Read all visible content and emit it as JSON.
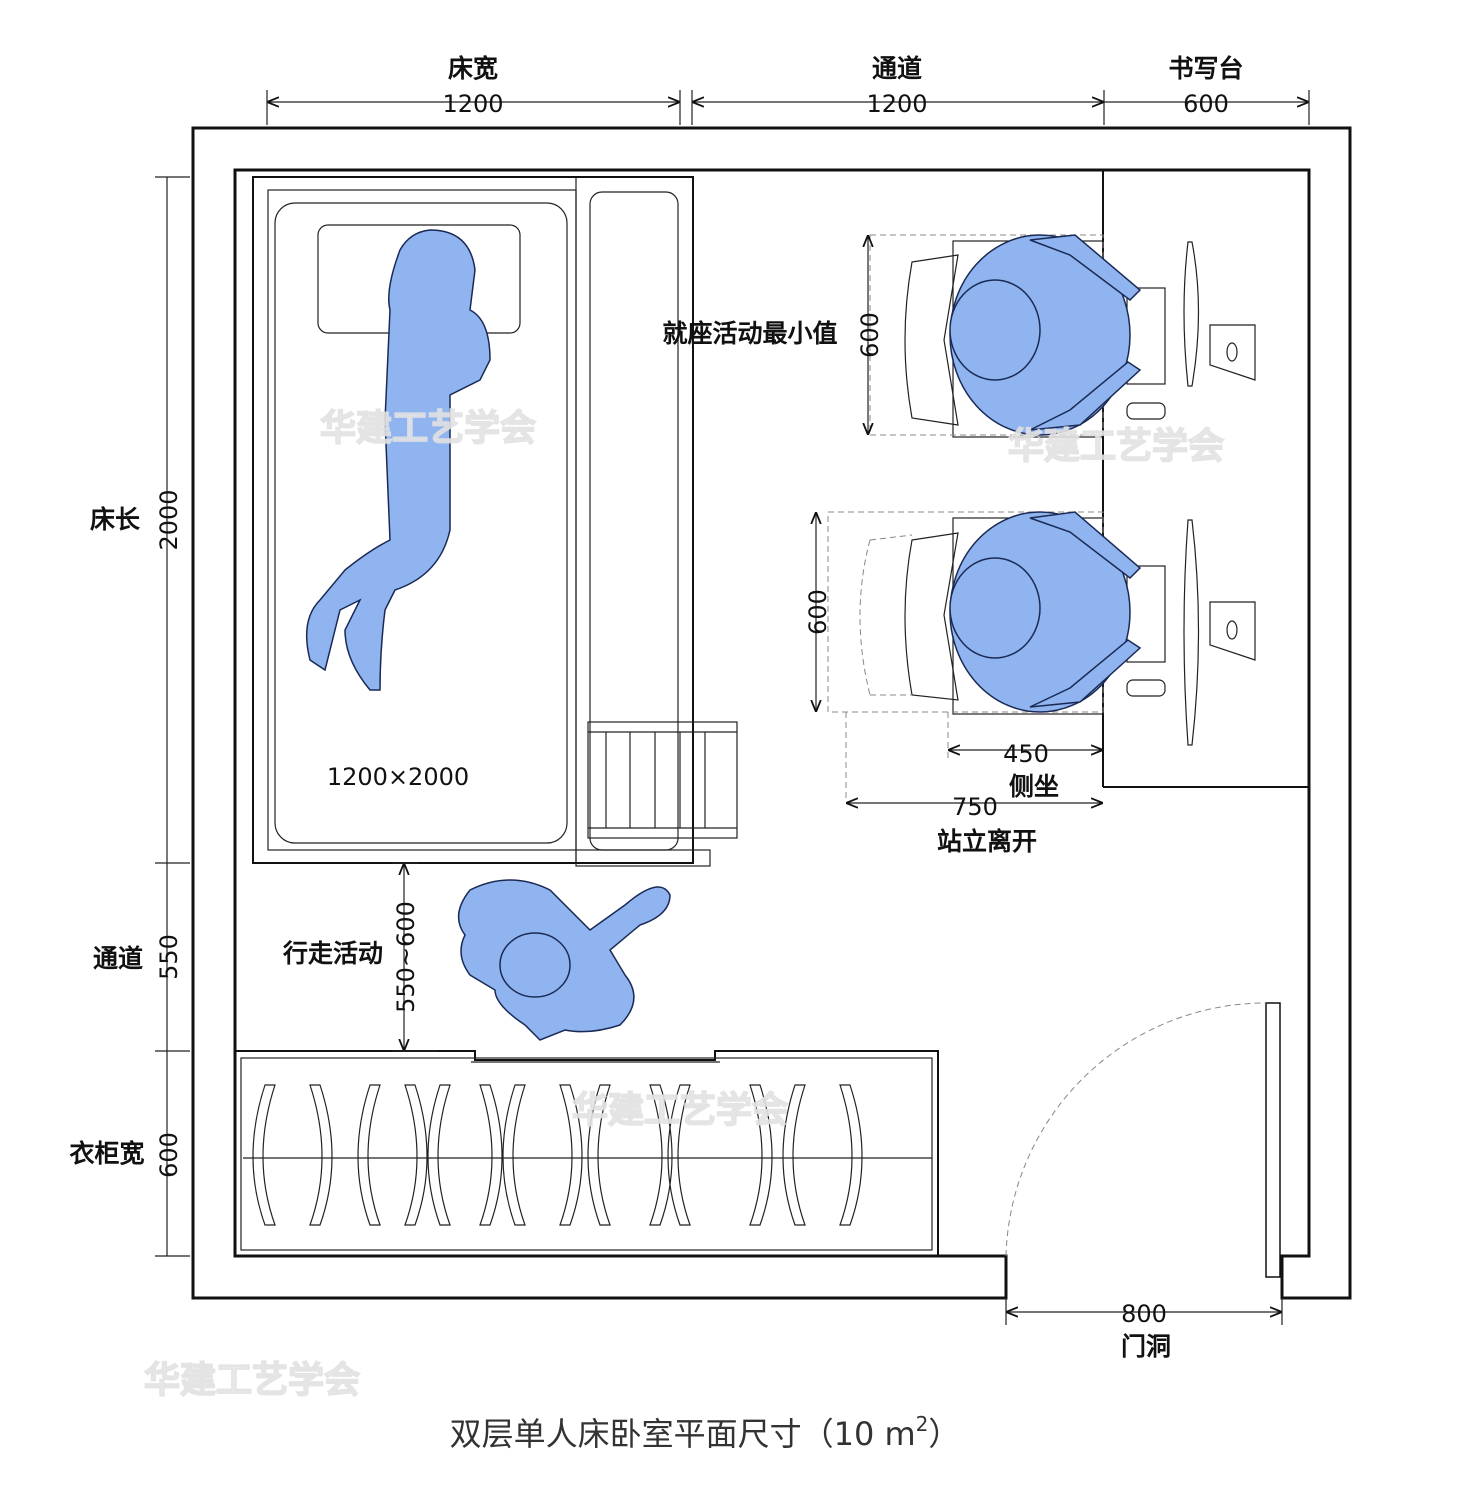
{
  "dimensions": {
    "top": [
      {
        "label": "床宽",
        "value": "1200"
      },
      {
        "label": "通道",
        "value": "1200"
      },
      {
        "label": "书写台",
        "value": "600"
      }
    ],
    "left": [
      {
        "label": "床长",
        "value": "2000"
      },
      {
        "label": "通道",
        "value": "550"
      },
      {
        "label": "衣柜宽",
        "value": "600"
      }
    ],
    "desk_seat_1": {
      "label": "就座活动最小值",
      "value": "600"
    },
    "desk_seat_2": {
      "value": "600"
    },
    "side_sit": {
      "label": "侧坐",
      "value": "450"
    },
    "stand_leave": {
      "label": "站立离开",
      "value": "750"
    },
    "walking": {
      "label": "行走活动",
      "value": "550~600"
    },
    "bed_size": "1200×2000",
    "door": {
      "label": "门洞",
      "value": "800"
    }
  },
  "watermark": "华建工艺学会",
  "title": {
    "main": "双层单人床卧室平面尺寸（10 m",
    "sup": "2",
    "end": "）"
  },
  "colors": {
    "figure": "#8fb4f0",
    "line": "#111111"
  }
}
